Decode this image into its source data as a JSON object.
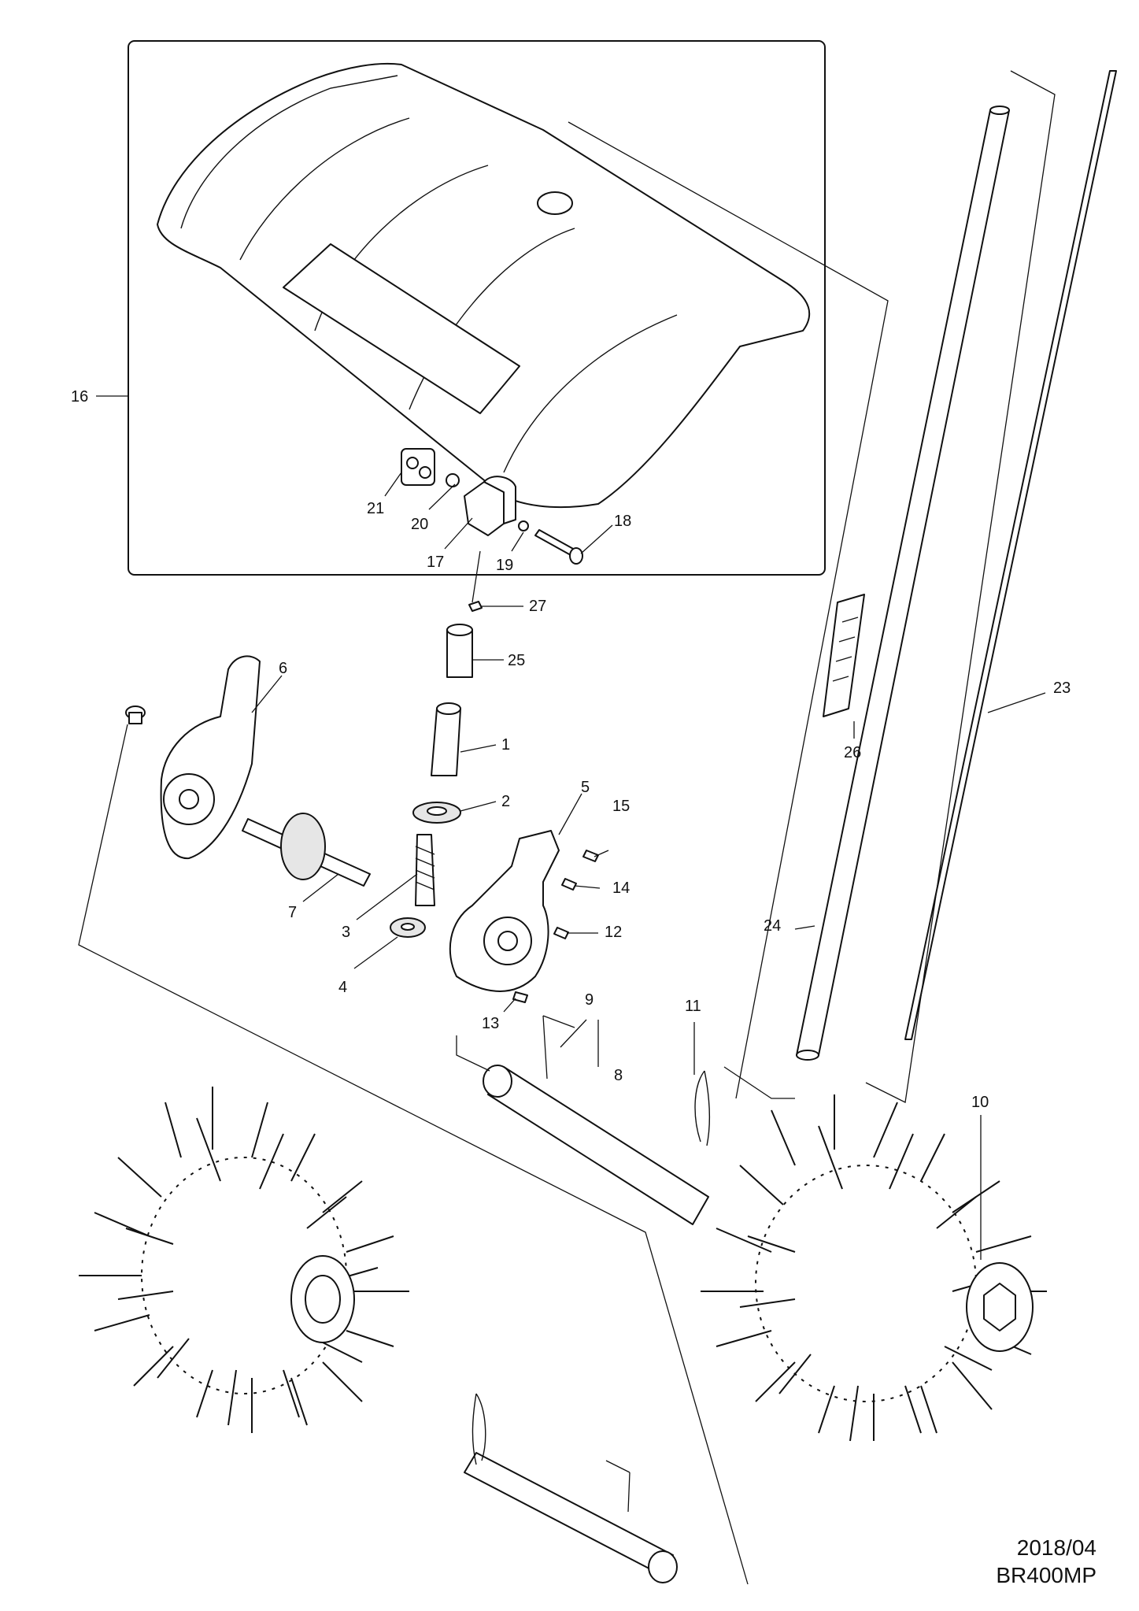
{
  "footer": {
    "date": "2018/04",
    "model": "BR400MP"
  },
  "callouts": [
    "1",
    "2",
    "3",
    "4",
    "5",
    "6",
    "7",
    "8",
    "9",
    "10",
    "11",
    "12",
    "13",
    "14",
    "15",
    "16",
    "17",
    "18",
    "19",
    "20",
    "21",
    "23",
    "24",
    "25",
    "26",
    "27"
  ]
}
